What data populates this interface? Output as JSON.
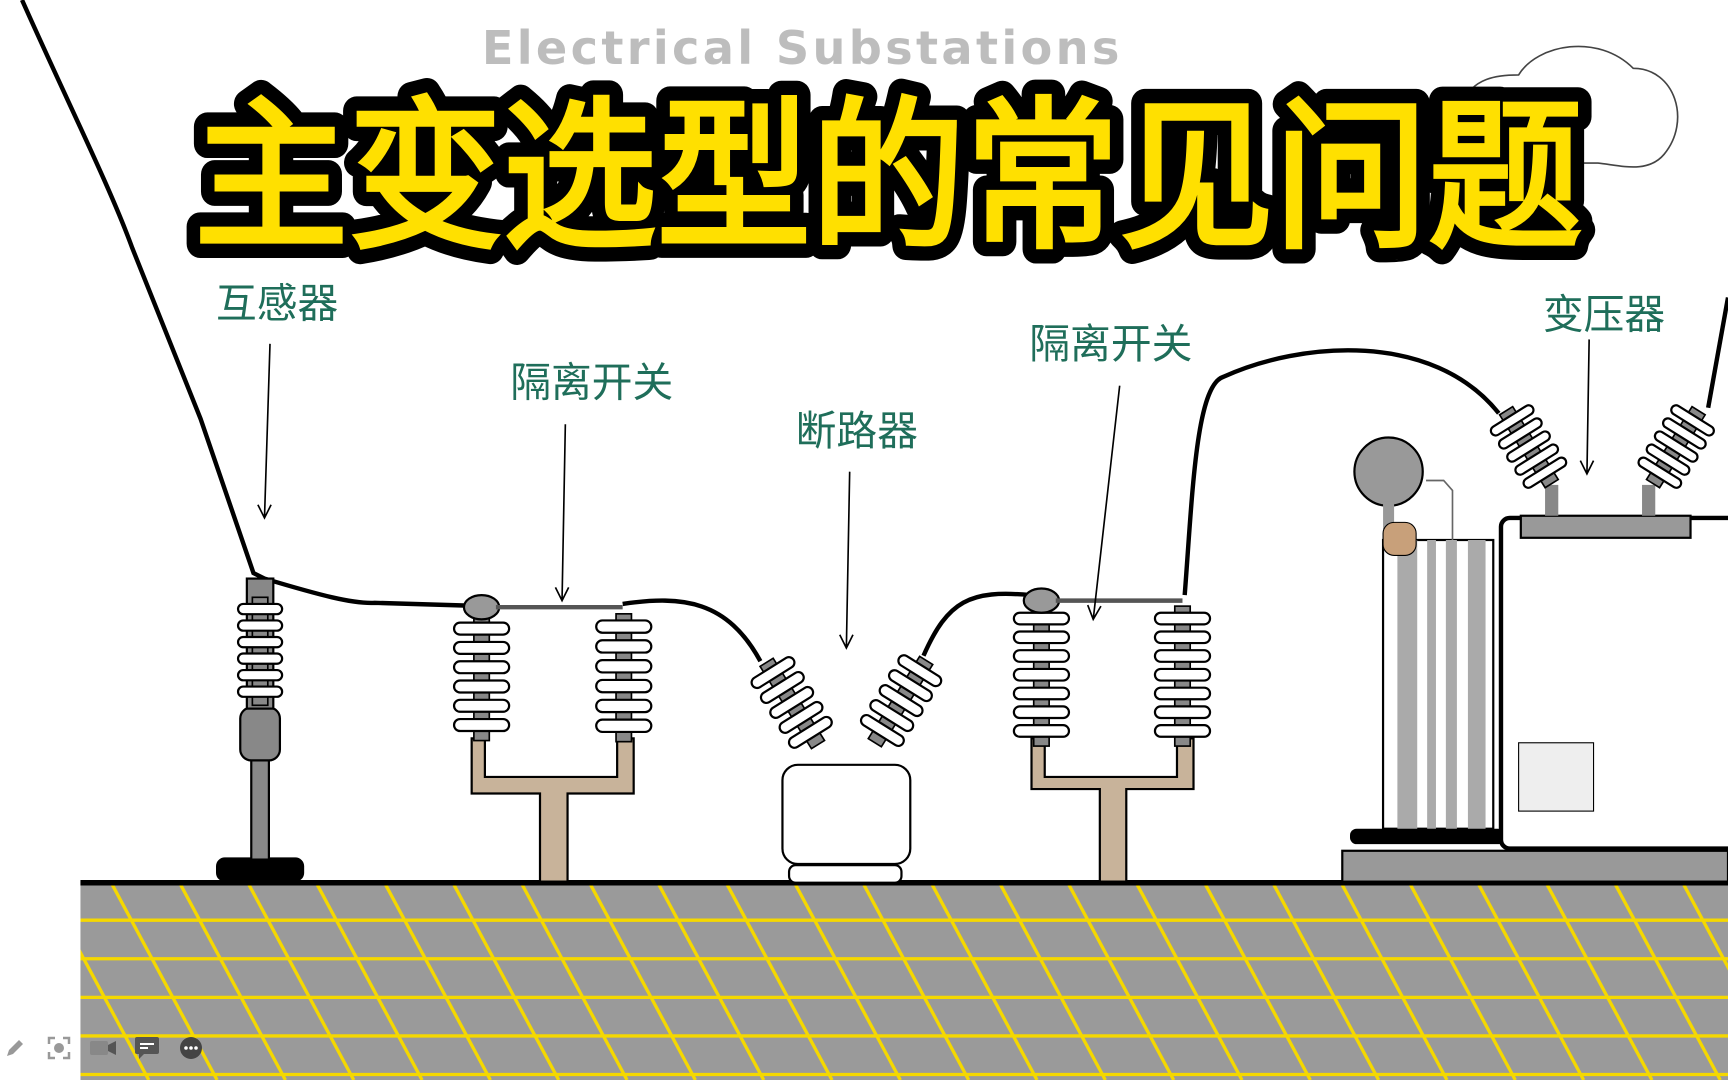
{
  "subtitle": "Electrical Substations",
  "title": "主变选型的常见问题",
  "labels": {
    "current_transformer": "互感器",
    "disconnector_left": "隔离开关",
    "circuit_breaker": "断路器",
    "disconnector_right": "隔离开关",
    "transformer": "变压器"
  },
  "colors": {
    "title_fill": "#ffe000",
    "label_green": "#1f6e5a",
    "ground": "#9a9a9a",
    "grid": "#f5d800",
    "support": "#c8b39a"
  },
  "toolbar": [
    "pencil-icon",
    "screenshot-icon",
    "camera-icon",
    "comment-icon",
    "more-icon"
  ]
}
